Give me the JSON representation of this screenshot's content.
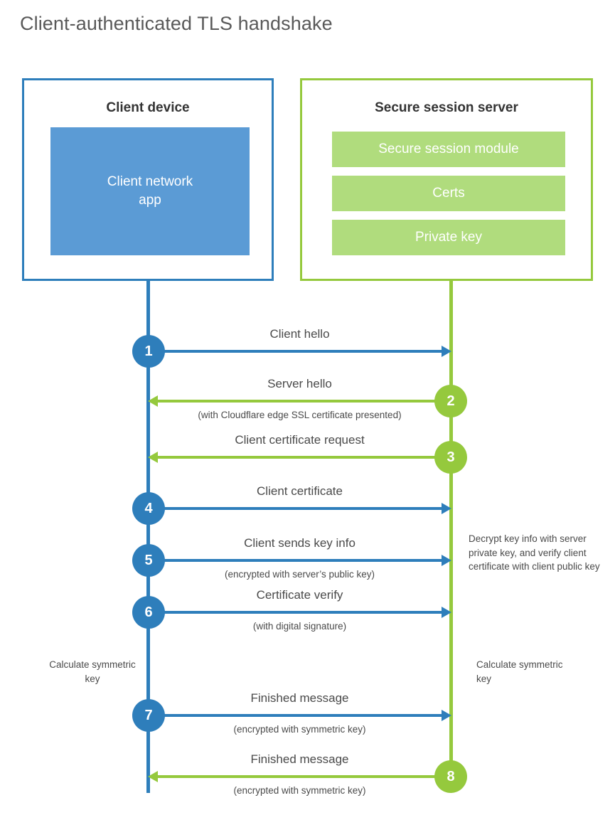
{
  "title": "Client-authenticated TLS handshake",
  "colors": {
    "blue_line": "#2e7ebb",
    "blue_fill": "#5b9bd5",
    "green_line": "#95c93d",
    "green_fill": "#b0dc7d",
    "text": "#4a4a4a",
    "title_text": "#595959",
    "background": "#ffffff"
  },
  "client": {
    "title": "Client device",
    "app_label": "Client network\napp",
    "app_label_line1": "Client network",
    "app_label_line2": "app"
  },
  "server": {
    "title": "Secure session server",
    "items": [
      {
        "label": "Secure session module"
      },
      {
        "label": "Certs"
      },
      {
        "label": "Private key"
      }
    ]
  },
  "steps": [
    {
      "number": "1",
      "direction": "to-right",
      "color": "blue",
      "label": "Client hello",
      "sublabel": ""
    },
    {
      "number": "2",
      "direction": "to-left",
      "color": "green",
      "label": "Server hello",
      "sublabel": "(with Cloudflare edge SSL certificate presented)"
    },
    {
      "number": "3",
      "direction": "to-left",
      "color": "green",
      "label": "Client certificate request",
      "sublabel": ""
    },
    {
      "number": "4",
      "direction": "to-right",
      "color": "blue",
      "label": "Client certificate",
      "sublabel": ""
    },
    {
      "number": "5",
      "direction": "to-right",
      "color": "blue",
      "label": "Client sends key info",
      "sublabel": "(encrypted with server’s public key)"
    },
    {
      "number": "6",
      "direction": "to-right",
      "color": "blue",
      "label": "Certificate verify",
      "sublabel": "(with digital signature)"
    },
    {
      "number": "7",
      "direction": "to-right",
      "color": "blue",
      "label": "Finished message",
      "sublabel": "(encrypted with symmetric key)"
    },
    {
      "number": "8",
      "direction": "to-left",
      "color": "green",
      "label": "Finished message",
      "sublabel": "(encrypted with symmetric key)"
    }
  ],
  "annotations": {
    "server_decrypt": "Decrypt key info with server private key, and verify client certificate with client public key",
    "client_calculate": "Calculate symmetric key",
    "server_calculate": "Calculate symmetric key"
  }
}
